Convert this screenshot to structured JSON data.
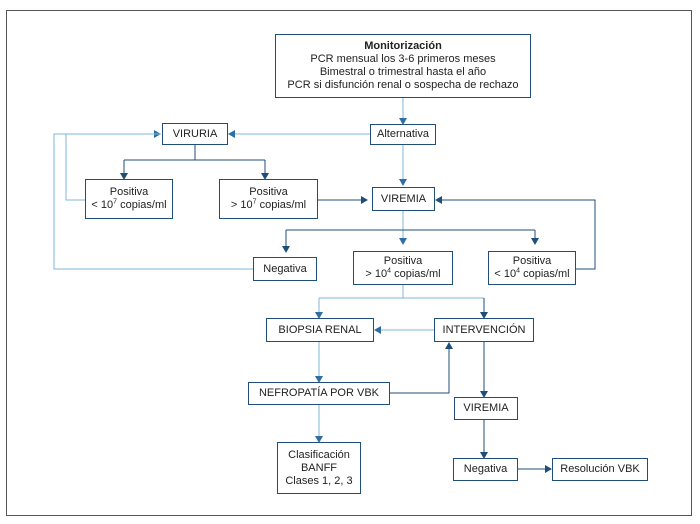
{
  "nodes": {
    "monitorizacion": {
      "title": "Monitorización",
      "line1": "PCR mensual los 3-6 primeros meses",
      "line2": "Bimestral o trimestral hasta el año",
      "line3": "PCR si disfunción renal o sospecha de rechazo"
    },
    "alternativa": {
      "label": "Alternativa"
    },
    "viruria": {
      "label": "VIRURIA"
    },
    "viruria_pos_low": {
      "line1": "Positiva",
      "line2_pre": "< 10",
      "line2_exp": "7",
      "line2_post": " copias/ml"
    },
    "viruria_pos_high": {
      "line1": "Positiva",
      "line2_pre": "> 10",
      "line2_exp": "7",
      "line2_post": " copias/ml"
    },
    "viremia": {
      "label": "VIREMIA"
    },
    "negativa": {
      "label": "Negativa"
    },
    "viremia_pos_high": {
      "line1": "Positiva",
      "line2_pre": "> 10",
      "line2_exp": "4",
      "line2_post": " copias/ml"
    },
    "viremia_pos_low": {
      "line1": "Positiva",
      "line2_pre": "< 10",
      "line2_exp": "4",
      "line2_post": " copias/ml"
    },
    "biopsia": {
      "label": "BIOPSIA RENAL"
    },
    "intervencion": {
      "label": "INTERVENCIÓN"
    },
    "nefropatia": {
      "label": "NEFROPATÍA POR VBK"
    },
    "viremia2": {
      "label": "VIREMIA"
    },
    "clasificacion": {
      "line1": "Clasificación",
      "line2": "BANFF",
      "line3": "Clases 1, 2, 3"
    },
    "negativa2": {
      "label": "Negativa"
    },
    "resolucion": {
      "label": "Resolución VBK"
    }
  },
  "colors": {
    "line_light": "#7fb9dc",
    "line_dark": "#1f4e79",
    "box_border": "#1f4e79",
    "frame": "#555555"
  }
}
